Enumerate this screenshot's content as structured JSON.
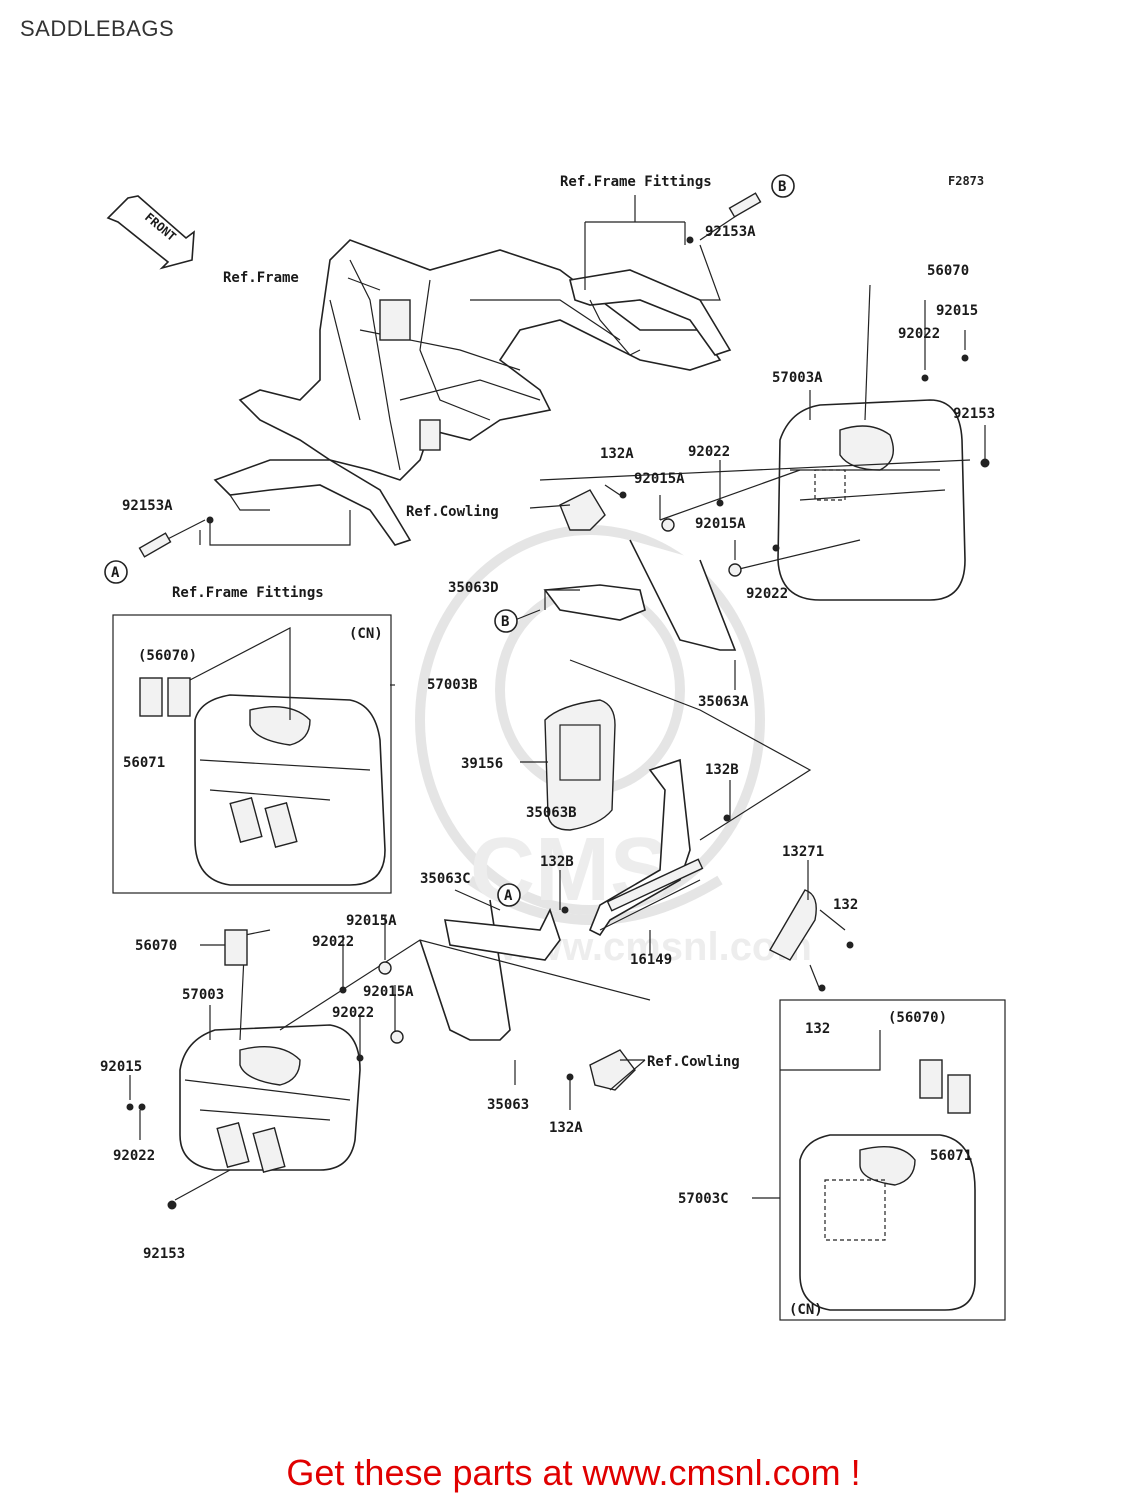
{
  "page": {
    "title": "SADDLEBAGS",
    "figure_code": "F2873"
  },
  "promo": {
    "text": "Get these parts at www.cmsnl.com !"
  },
  "markers": {
    "A": "A",
    "B": "B"
  },
  "front_arrow": "FRONT",
  "labels": {
    "ref_frame_fittings_top": "Ref.Frame Fittings",
    "ref_frame_fittings_left": "Ref.Frame Fittings",
    "ref_frame": "Ref.Frame",
    "ref_cowling_top": "Ref.Cowling",
    "ref_cowling_bottom": "Ref.Cowling",
    "p92153A_top": "92153A",
    "p92153A_left": "92153A",
    "p56070_top": "56070",
    "p92015_top": "92015",
    "p92022_top": "92022",
    "p57003A": "57003A",
    "p92153_right": "92153",
    "p132A_top": "132A",
    "p92022_mid": "92022",
    "p92015A_mid1": "92015A",
    "p92015A_mid2": "92015A",
    "p92022_mid2": "92022",
    "p35063D": "35063D",
    "p35063A": "35063A",
    "p39156": "39156",
    "p132B_right": "132B",
    "p35063B": "35063B",
    "p132B_mid": "132B",
    "p13271": "13271",
    "p35063C": "35063C",
    "p132_a": "132",
    "p132_b": "132",
    "p16149": "16149",
    "p92015A_low1": "92015A",
    "p92022_low1": "92022",
    "p92015A_low2": "92015A",
    "p92022_low2": "92022",
    "p56070_left": "56070",
    "p57003": "57003",
    "p92015_left": "92015",
    "p92022_left": "92022",
    "p92153_left": "92153",
    "p35063": "35063",
    "p132A_bottom": "132A",
    "p57003B": "57003B",
    "p57003C": "57003C"
  },
  "inset_cn_left": {
    "region": "(CN)",
    "p56070": "(56070)",
    "p56071": "56071"
  },
  "inset_cn_right": {
    "region": "(CN)",
    "p56070": "(56070)",
    "p56071": "56071"
  },
  "watermark": {
    "text": "www.cmsnl.com",
    "logo_text": "CMS"
  },
  "colors": {
    "promo": "#e00000",
    "line": "#222222",
    "watermark": "#e3e3e3"
  }
}
